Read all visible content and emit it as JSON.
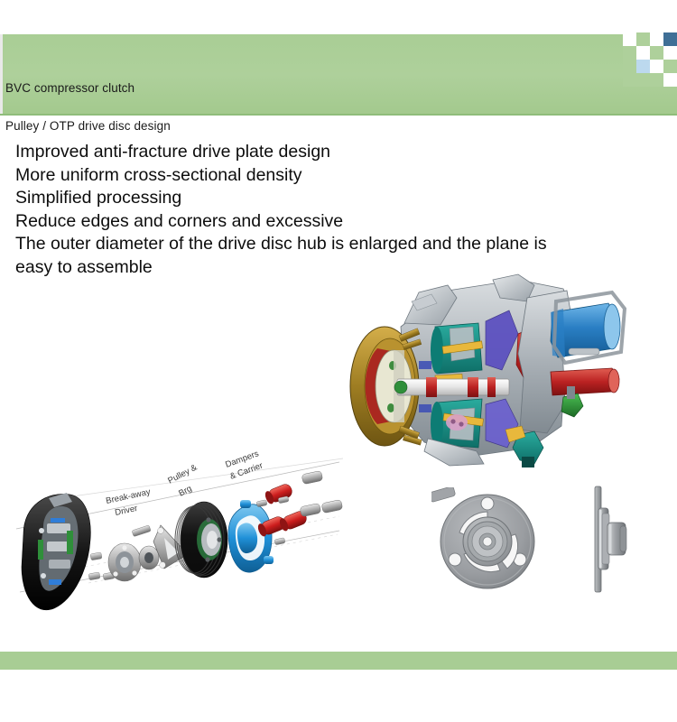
{
  "slide": {
    "header": {
      "title_line_1": "BVC compressor clutch",
      "title_line_2": "Pulley / OTP drive disc design",
      "band_color": "#aed09b",
      "accent_dark_blue": "#3f6f96",
      "accent_light_blue": "#bcd9ee"
    },
    "body": {
      "lines": [
        "Improved anti-fracture drive plate design",
        "More uniform cross-sectional density",
        "Simplified processing",
        "Reduce edges and corners and excessive",
        "The outer diameter of the drive disc hub is enlarged and the plane is easy to assemble"
      ]
    },
    "figures": {
      "cutaway": {
        "name": "compressor-cutaway-render",
        "caption": ""
      },
      "exploded": {
        "name": "clutch-exploded-view",
        "labels": [
          "Break-away Driver",
          "Pulley & Brg",
          "Dampers & Carrier"
        ],
        "label_break_away_line_1": "Break-away",
        "label_break_away_line_2": "Driver",
        "label_pulley_line_1": "Pulley &",
        "label_pulley_line_2": "Brg",
        "label_dampers_line_1": "Dampers",
        "label_dampers_line_2": "& Carrier"
      },
      "drive_disc_front": {
        "name": "drive-disc-front-view"
      },
      "drive_disc_side": {
        "name": "drive-disc-side-view"
      }
    },
    "footer": {
      "band_color": "#a8cd94"
    }
  }
}
